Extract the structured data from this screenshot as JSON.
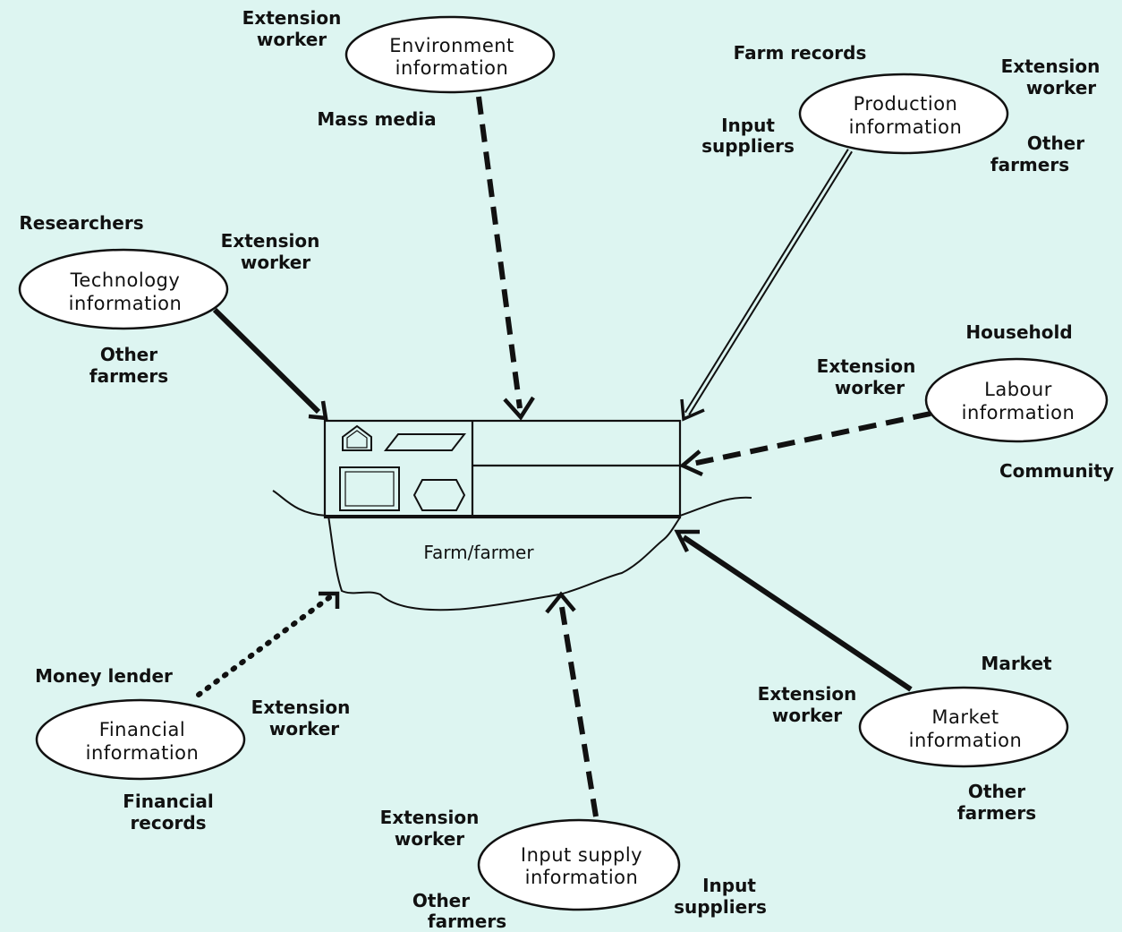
{
  "farm": {
    "label": "Farm/farmer"
  },
  "nodes": {
    "environment": {
      "line1": "Environment",
      "line2": "information"
    },
    "production": {
      "line1": "Production",
      "line2": "information"
    },
    "technology": {
      "line1": "Technology",
      "line2": "information"
    },
    "labour": {
      "line1": "Labour",
      "line2": "information"
    },
    "financial": {
      "line1": "Financial",
      "line2": "information"
    },
    "market": {
      "line1": "Market",
      "line2": "information"
    },
    "input_supply": {
      "line1": "Input supply",
      "line2": "information"
    }
  },
  "sources": {
    "env_extension_1": "Extension",
    "env_extension_2": "worker",
    "env_mass_media": "Mass media",
    "prod_farm_records": "Farm records",
    "prod_extension_1": "Extension",
    "prod_extension_2": "worker",
    "prod_input_1": "Input",
    "prod_input_2": "suppliers",
    "prod_other_1": "Other",
    "prod_other_2": "farmers",
    "tech_researchers": "Researchers",
    "tech_extension_1": "Extension",
    "tech_extension_2": "worker",
    "tech_other_1": "Other",
    "tech_other_2": "farmers",
    "lab_household": "Household",
    "lab_extension_1": "Extension",
    "lab_extension_2": "worker",
    "lab_community": "Community",
    "fin_money_lender": "Money lender",
    "fin_extension_1": "Extension",
    "fin_extension_2": "worker",
    "fin_records_1": "Financial",
    "fin_records_2": "records",
    "mkt_market": "Market",
    "mkt_extension_1": "Extension",
    "mkt_extension_2": "worker",
    "mkt_other_1": "Other",
    "mkt_other_2": "farmers",
    "inp_extension_1": "Extension",
    "inp_extension_2": "worker",
    "inp_other_1": "Other",
    "inp_other_2": "farmers",
    "inp_suppliers_1": "Input",
    "inp_suppliers_2": "suppliers"
  }
}
